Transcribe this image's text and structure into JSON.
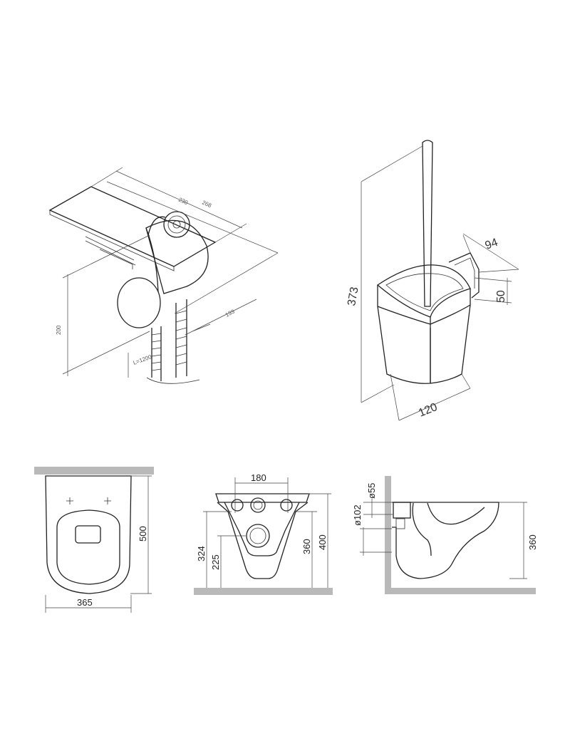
{
  "views": {
    "hygienic_shower": {
      "dims": {
        "width_outer": "268",
        "width_inner": "230",
        "height": "200",
        "depth": "133",
        "hose": "L=1200"
      }
    },
    "brush_holder": {
      "dims": {
        "height": "373",
        "depth": "94",
        "mount": "50",
        "width": "120"
      }
    },
    "toilet_top": {
      "dims": {
        "length": "500",
        "width": "365"
      }
    },
    "toilet_back": {
      "dims": {
        "spacing": "180",
        "h1": "324",
        "h2": "225",
        "h3": "360",
        "h4": "400"
      }
    },
    "toilet_side": {
      "dims": {
        "d1": "ø55",
        "d2": "ø102",
        "height": "360"
      }
    }
  }
}
